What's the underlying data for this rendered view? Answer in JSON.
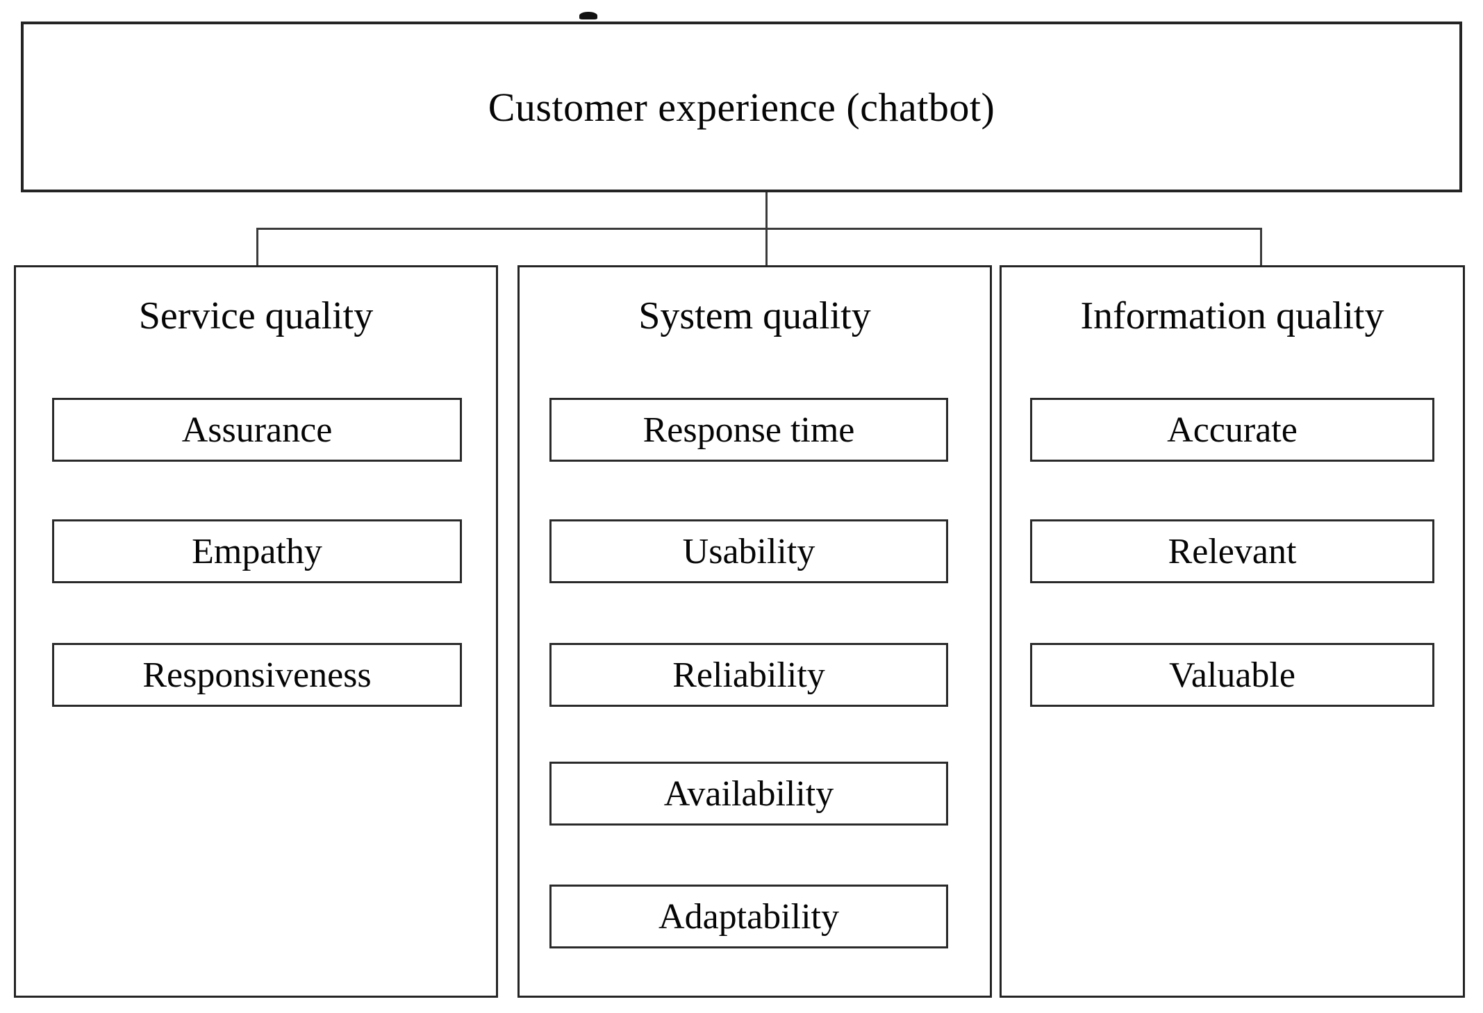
{
  "diagram": {
    "title": "Customer experience (chatbot)",
    "columns": [
      {
        "header": "Service quality",
        "items": [
          "Assurance",
          "Empathy",
          "Responsiveness"
        ]
      },
      {
        "header": "System quality",
        "items": [
          "Response time",
          "Usability",
          "Reliability",
          "Availability",
          "Adaptability"
        ]
      },
      {
        "header": "Information quality",
        "items": [
          "Accurate",
          "Relevant",
          "Valuable"
        ]
      }
    ]
  }
}
